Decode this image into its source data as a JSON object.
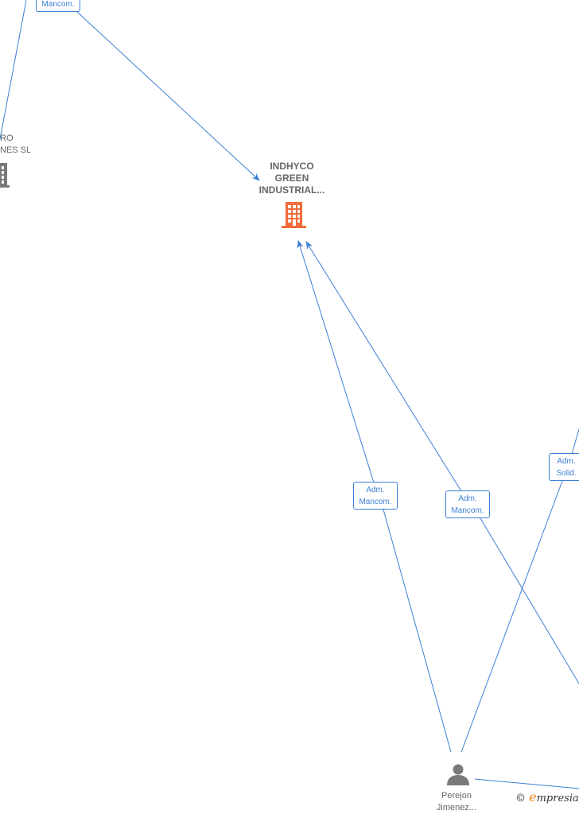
{
  "colors": {
    "edge": "#3d7fd6",
    "focus_company": "#f26b3a",
    "company": "#7a7a7a",
    "person": "#7a7a7a"
  },
  "nodes": {
    "focus_company": {
      "label_lines": [
        "INDHYCO",
        "GREEN",
        "INDUSTRIAL..."
      ],
      "icon": "building-icon"
    },
    "left_company": {
      "label_lines": [
        "RO",
        "NES SL"
      ],
      "icon": "building-icon"
    },
    "person": {
      "label_lines": [
        "Perejon",
        "Jimenez..."
      ],
      "icon": "person-icon"
    }
  },
  "edges": [
    {
      "label_lines": [
        "Mancom."
      ]
    },
    {
      "label_lines": [
        "Adm.",
        "Mancom."
      ]
    },
    {
      "label_lines": [
        "Adm.",
        "Mancom."
      ]
    },
    {
      "label_lines": [
        "Adm.",
        "Solid."
      ]
    }
  ],
  "watermark": {
    "copyright": "©",
    "brand_initial": "e",
    "brand_rest": "mpresia"
  }
}
